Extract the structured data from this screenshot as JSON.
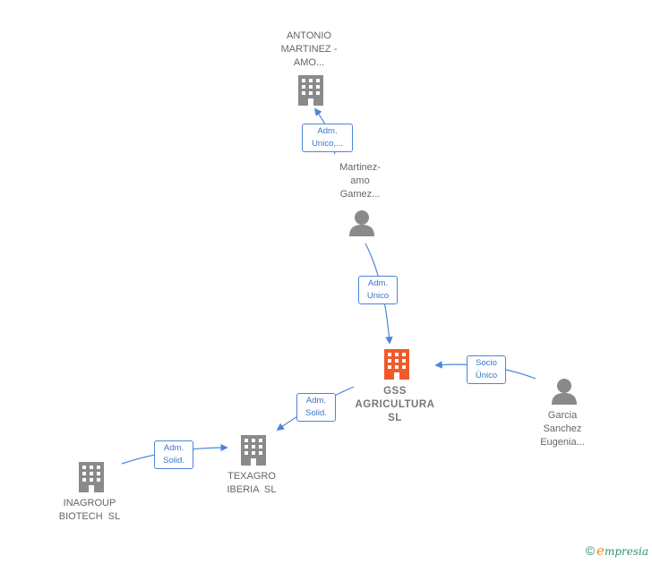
{
  "nodes": {
    "antonio": {
      "label": "ANTONIO MARTINEZ - AMO...",
      "lines": [
        "ANTONIO",
        "MARTINEZ -",
        "AMO..."
      ],
      "icon": "building-icon"
    },
    "martinez_person": {
      "label": "Martinez-amo Gamez...",
      "lines": [
        "Martinez-",
        "amo",
        "Gamez..."
      ],
      "icon": "person-icon"
    },
    "gss": {
      "label": "GSS AGRICULTURA SL",
      "lines": [
        "GSS",
        "AGRICULTURA",
        "SL"
      ],
      "icon": "building-icon"
    },
    "garcia": {
      "label": "Garcia Sanchez Eugenia...",
      "lines": [
        "Garcia",
        "Sanchez",
        "Eugenia..."
      ],
      "icon": "person-icon"
    },
    "texagro": {
      "label": "TEXAGRO IBERIA SL",
      "lines": [
        "TEXAGRO",
        "IBERIA  SL"
      ],
      "icon": "building-icon"
    },
    "inagroup": {
      "label": "INAGROUP BIOTECH SL",
      "lines": [
        "INAGROUP",
        "BIOTECH  SL"
      ],
      "icon": "building-icon"
    }
  },
  "edges": {
    "martinez_to_antonio": {
      "lines": [
        "Adm.",
        "Unico,..."
      ]
    },
    "martinez_to_gss": {
      "lines": [
        "Adm.",
        "Unico"
      ]
    },
    "garcia_to_gss": {
      "lines": [
        "Socio",
        "Único"
      ]
    },
    "gss_to_texagro": {
      "lines": [
        "Adm.",
        "Solid."
      ]
    },
    "inagroup_to_texagro": {
      "lines": [
        "Adm.",
        "Solid."
      ]
    }
  },
  "colors": {
    "main_node": "#f05a2a",
    "node": "#8a8a8a",
    "edge": "#4a86d8"
  },
  "brand": {
    "symbol": "©",
    "initial": "e",
    "rest": "mpresia"
  }
}
